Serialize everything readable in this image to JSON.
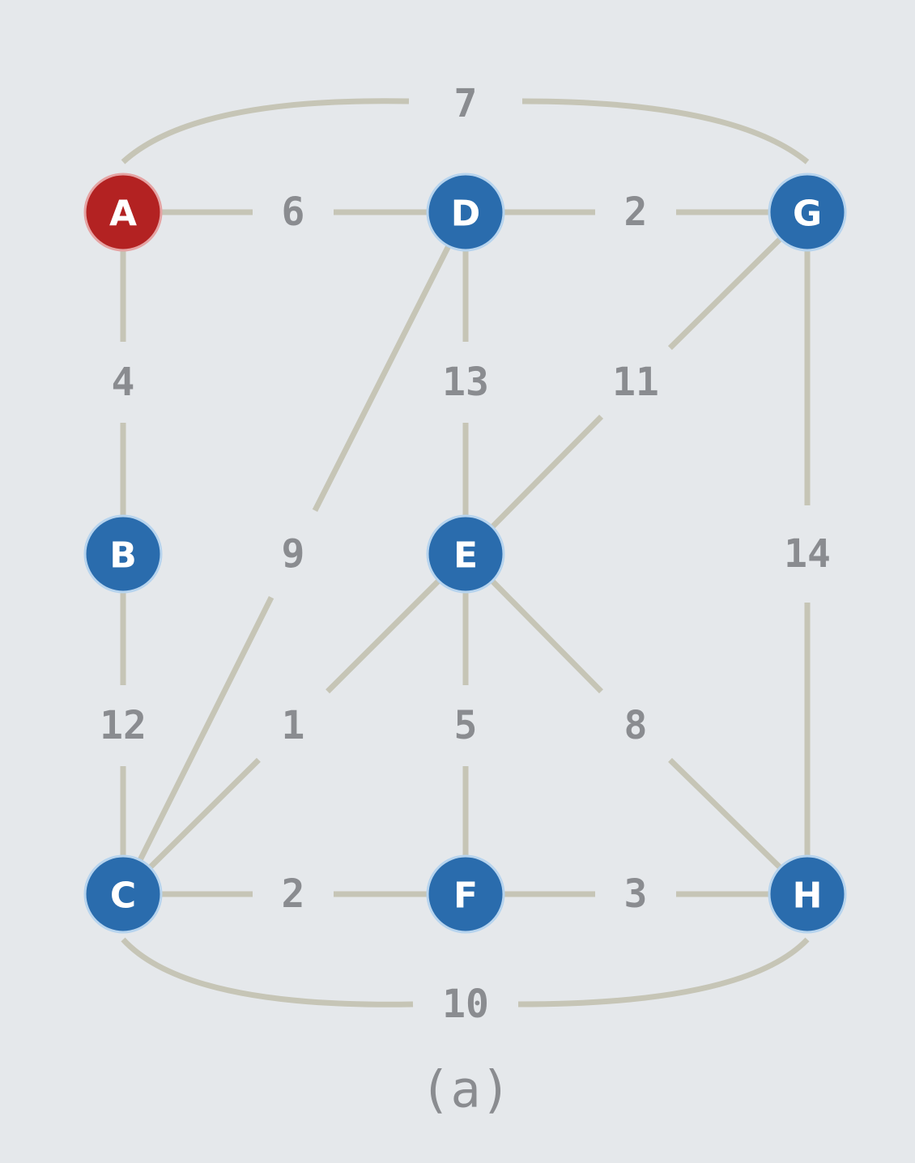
{
  "caption": "(a)",
  "colors": {
    "start_node": "#b32222",
    "node": "#2a6cad",
    "node_stroke": "#b7d4ee",
    "edge": "#c6c5b6",
    "weight_text": "#8a8c90",
    "background": "#e5e8eb"
  },
  "nodes": [
    {
      "id": "A",
      "label": "A",
      "start": true
    },
    {
      "id": "B",
      "label": "B"
    },
    {
      "id": "C",
      "label": "C"
    },
    {
      "id": "D",
      "label": "D"
    },
    {
      "id": "E",
      "label": "E"
    },
    {
      "id": "F",
      "label": "F"
    },
    {
      "id": "G",
      "label": "G"
    },
    {
      "id": "H",
      "label": "H"
    }
  ],
  "edges": [
    {
      "from": "A",
      "to": "D",
      "weight": "6"
    },
    {
      "from": "D",
      "to": "G",
      "weight": "2"
    },
    {
      "from": "A",
      "to": "G",
      "weight": "7"
    },
    {
      "from": "A",
      "to": "B",
      "weight": "4"
    },
    {
      "from": "D",
      "to": "E",
      "weight": "13"
    },
    {
      "from": "G",
      "to": "E",
      "weight": "11"
    },
    {
      "from": "D",
      "to": "C",
      "weight": "9"
    },
    {
      "from": "G",
      "to": "H",
      "weight": "14"
    },
    {
      "from": "B",
      "to": "C",
      "weight": "12"
    },
    {
      "from": "E",
      "to": "C",
      "weight": "1"
    },
    {
      "from": "E",
      "to": "F",
      "weight": "5"
    },
    {
      "from": "E",
      "to": "H",
      "weight": "8"
    },
    {
      "from": "C",
      "to": "F",
      "weight": "2"
    },
    {
      "from": "F",
      "to": "H",
      "weight": "3"
    },
    {
      "from": "C",
      "to": "H",
      "weight": "10"
    }
  ]
}
